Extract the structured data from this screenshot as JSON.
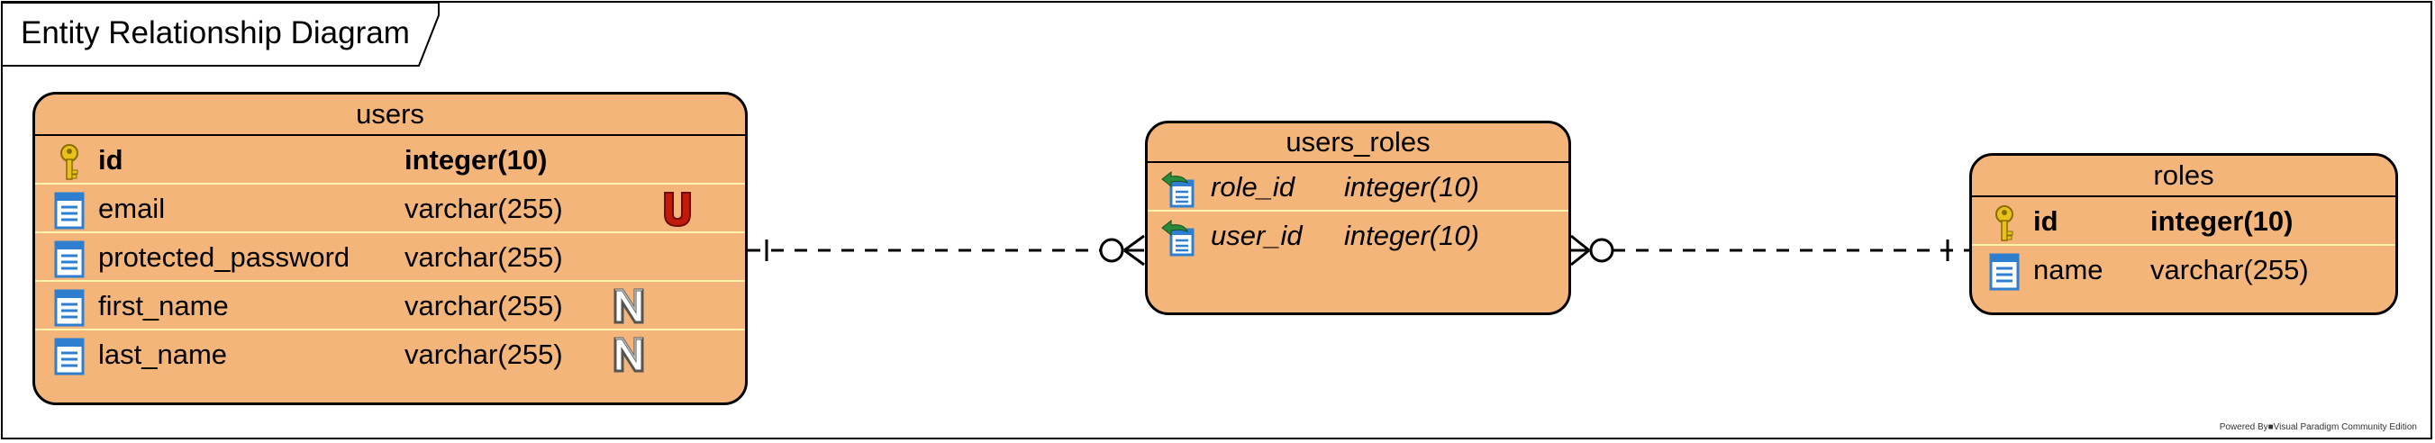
{
  "diagram": {
    "title": "Entity Relationship Diagram",
    "footer": "Powered By■Visual Paradigm Community Edition"
  },
  "entities": {
    "users": {
      "name": "users",
      "columns": [
        {
          "name": "id",
          "type": "integer(10)",
          "key": "primary",
          "badge": ""
        },
        {
          "name": "email",
          "type": "varchar(255)",
          "key": "column",
          "badge": "U"
        },
        {
          "name": "protected_password",
          "type": "varchar(255)",
          "key": "column",
          "badge": ""
        },
        {
          "name": "first_name",
          "type": "varchar(255)",
          "key": "column",
          "badge": "N"
        },
        {
          "name": "last_name",
          "type": "varchar(255)",
          "key": "column",
          "badge": "N"
        }
      ]
    },
    "users_roles": {
      "name": "users_roles",
      "columns": [
        {
          "name": "role_id",
          "type": "integer(10)",
          "key": "foreign"
        },
        {
          "name": "user_id",
          "type": "integer(10)",
          "key": "foreign"
        }
      ]
    },
    "roles": {
      "name": "roles",
      "columns": [
        {
          "name": "id",
          "type": "integer(10)",
          "key": "primary"
        },
        {
          "name": "name",
          "type": "varchar(255)",
          "key": "column"
        }
      ]
    }
  },
  "relationships": [
    {
      "from": "users",
      "to": "users_roles",
      "from_cardinality": "one",
      "to_cardinality": "zero-or-many",
      "style": "dashed"
    },
    {
      "from": "roles",
      "to": "users_roles",
      "from_cardinality": "one",
      "to_cardinality": "zero-or-many",
      "style": "dashed"
    }
  ],
  "colors": {
    "entity_fill": "#f4b57b",
    "row_separator": "#fff3b0",
    "key_icon": "#e8c21a",
    "column_icon": "#2f7fd1",
    "unique_badge": "#c21a0a",
    "null_badge": "#8a8a8a",
    "fk_arrow": "#2a8a3a"
  }
}
